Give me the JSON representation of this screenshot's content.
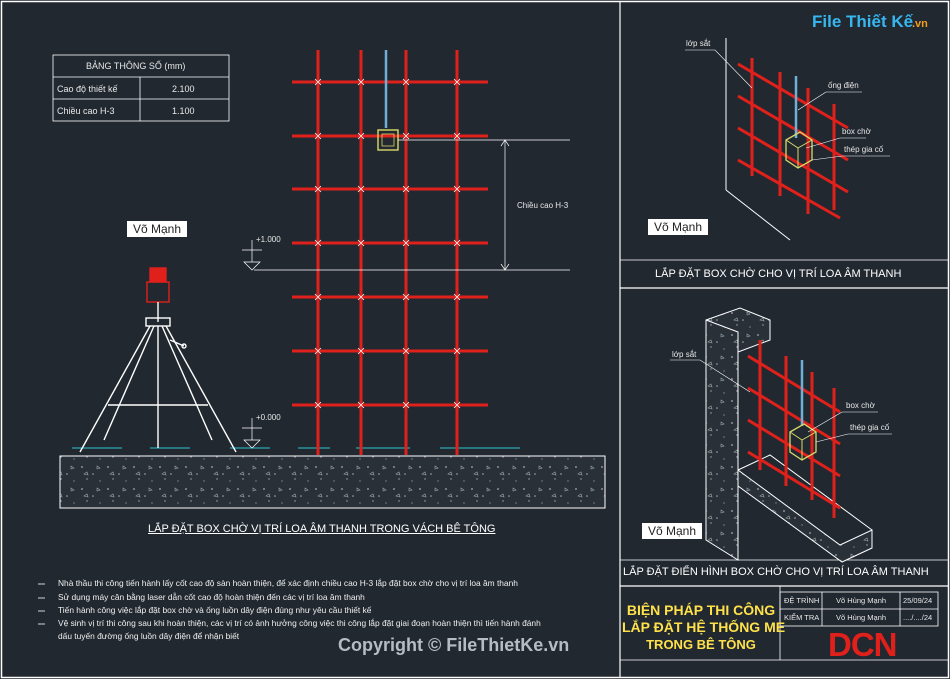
{
  "logo": {
    "text": "File Thiết Kế",
    "tld": ".vn"
  },
  "table": {
    "header": "BẢNG THÔNG SỐ (mm)",
    "rows": [
      {
        "label": "Cao độ thiết kế",
        "value": "2.100"
      },
      {
        "label": "Chiều cao H-3",
        "value": "1.100"
      }
    ]
  },
  "main": {
    "elev_top": "+1.000",
    "elev_bottom": "+0.000",
    "dim_label": "Chiều cao H-3",
    "tag": "Võ Mạnh",
    "caption": "LẮP ĐẶT BOX CHỜ VỊ TRÍ LOA ÂM THANH TRONG VÁCH BÊ TÔNG"
  },
  "detail1": {
    "lop_sat": "lớp sắt",
    "ong_dien": "ống điện",
    "box_cho": "box chờ",
    "thep_gia_co": "thép gia cố",
    "tag": "Võ Mạnh",
    "caption": "LẮP ĐẶT BOX CHỜ CHO VỊ TRÍ LOA ÂM THANH"
  },
  "detail2": {
    "lop_sat": "lớp sắt",
    "box_cho": "box chờ",
    "thep_gia_co": "thép gia cố",
    "tag": "Võ Mạnh",
    "caption": "LẮP ĐẶT ĐIỂN HÌNH BOX CHỜ CHO VỊ TRÍ LOA ÂM THANH"
  },
  "notes": [
    "Nhà thầu thi công tiến hành lấy cốt cao độ sàn hoàn thiện, để xác định chiều cao H-3 lắp đặt box chờ cho vị trí loa âm thanh",
    "Sử dụng máy cân bằng laser dẫn cốt cao độ hoàn thiện đến các vị trí loa âm thanh",
    "Tiến hành công việc lắp đặt box chờ và ống luồn dây điện đúng như yêu cầu thiết kế",
    "Vệ sinh vị trí thi công sau khi hoàn thiện, các vị trí có ảnh hưởng công việc thi công lắp đặt giai đoạn hoàn thiện thì tiến hành đánh",
    "dấu tuyến đường ống luồn dây điện để nhận biết"
  ],
  "copyright": "Copyright © FileThietKe.vn",
  "title_block": {
    "title_lines": [
      "BIỆN PHÁP THI CÔNG",
      "LẮP ĐẶT HỆ THỐNG ME",
      "TRONG BÊ TÔNG"
    ],
    "row1": {
      "label": "ĐỆ TRÌNH",
      "name": "Võ Hùng Mạnh",
      "date": "25/09/24"
    },
    "row2": {
      "label": "KIỂM TRA",
      "name": "Võ Hùng Mạnh",
      "date": "..../..../24"
    },
    "brand": "DCN"
  },
  "colors": {
    "background": "#212830",
    "rebar": "#e0201b",
    "conduit": "#6fb0d8",
    "title": "#ffe14a",
    "frame": "#ffffff"
  }
}
